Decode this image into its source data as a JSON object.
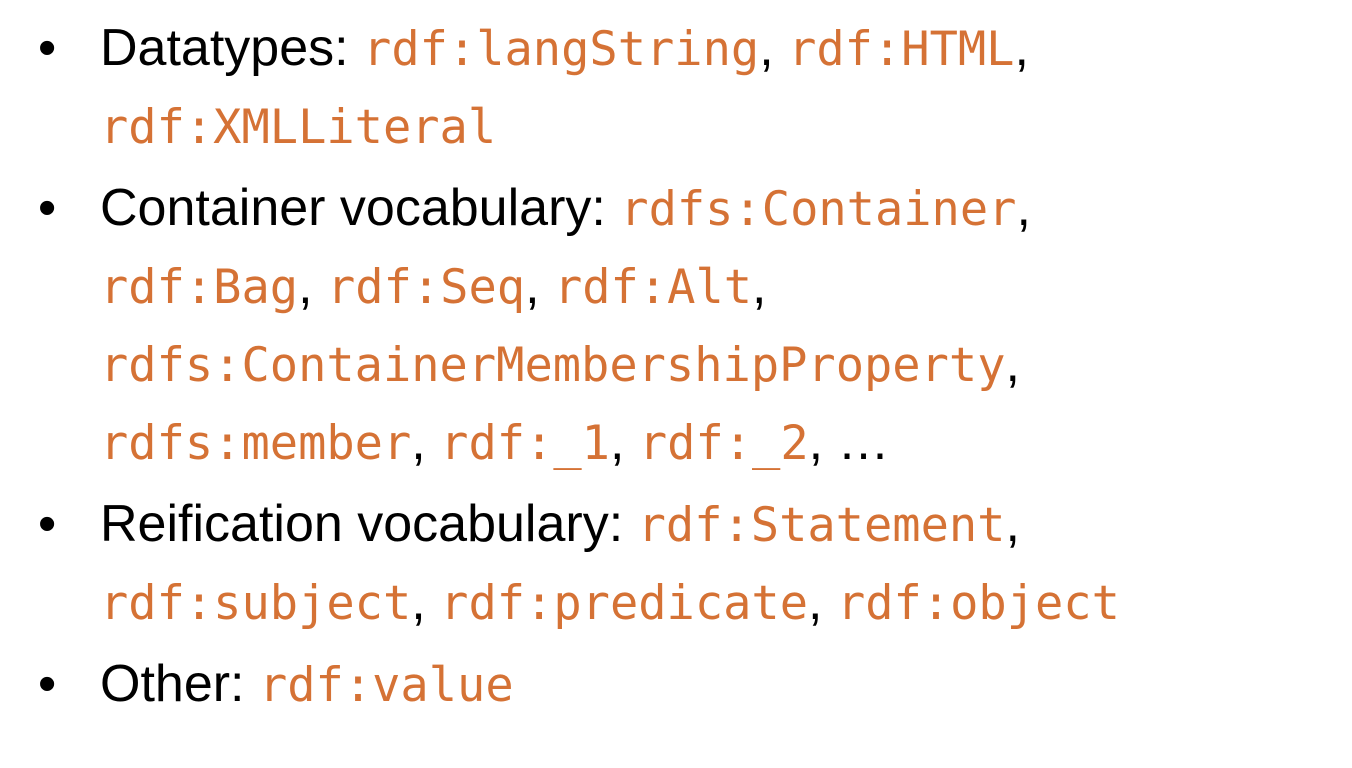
{
  "colors": {
    "text": "#000000",
    "code": "#D57235",
    "background": "#ffffff"
  },
  "bullets": [
    {
      "label": "Datatypes:",
      "lines": [
        [
          {
            "code": "rdf:langString",
            "sep": ","
          },
          {
            "code": "rdf:HTML",
            "sep": ","
          }
        ],
        [
          {
            "code": "rdf:XMLLiteral",
            "sep": ""
          }
        ]
      ]
    },
    {
      "label": "Container vocabulary:",
      "lines": [
        [
          {
            "code": "rdfs:Container",
            "sep": ","
          }
        ],
        [
          {
            "code": "rdf:Bag",
            "sep": ","
          },
          {
            "code": "rdf:Seq",
            "sep": ","
          },
          {
            "code": "rdf:Alt",
            "sep": ","
          }
        ],
        [
          {
            "code": "rdfs:ContainerMembershipProperty",
            "sep": ","
          }
        ],
        [
          {
            "code": "rdfs:member",
            "sep": ","
          },
          {
            "code": "rdf:_1",
            "sep": ","
          },
          {
            "code": "rdf:_2",
            "sep": ", …"
          }
        ]
      ]
    },
    {
      "label": "Reification vocabulary:",
      "lines": [
        [
          {
            "code": "rdf:Statement",
            "sep": ","
          }
        ],
        [
          {
            "code": "rdf:subject",
            "sep": ","
          },
          {
            "code": "rdf:predicate",
            "sep": ","
          },
          {
            "code": "rdf:object",
            "sep": ""
          }
        ]
      ]
    },
    {
      "label": "Other:",
      "lines": [
        [
          {
            "code": "rdf:value",
            "sep": ""
          }
        ]
      ]
    }
  ]
}
